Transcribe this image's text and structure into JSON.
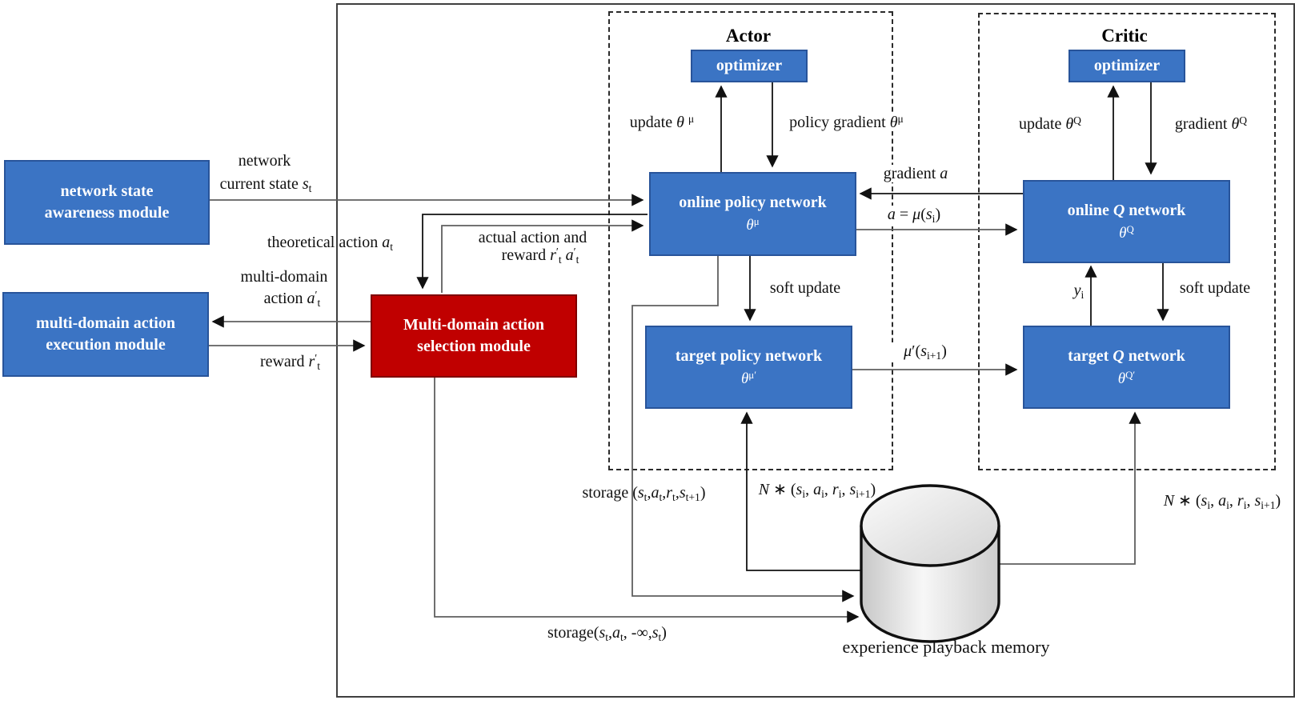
{
  "modules": {
    "awareness": {
      "line1": "network state",
      "line2": "awareness module"
    },
    "execution": {
      "line1": "multi-domain action",
      "line2": "execution module"
    },
    "selection": {
      "line1": "Multi-domain action",
      "line2": "selection module"
    }
  },
  "actor": {
    "title": "Actor",
    "optimizer_label": "optimizer",
    "online_policy_name": "online policy network",
    "online_policy_param": "*θ*^{μ}",
    "target_policy_name": "target policy network",
    "target_policy_param": "*θ*^{μ′}"
  },
  "critic": {
    "title": "Critic",
    "optimizer_label": "optimizer",
    "online_q_name": "online *Q* network",
    "online_q_param": "*θ*^{Q}",
    "target_q_name": "target *Q* network",
    "target_q_param": "*θ*^{Q′}"
  },
  "labels": {
    "network_line1": "network",
    "network_line2": "current state  *s*_{t}",
    "theoretical_action": "theoretical action  *a*_{t}",
    "actual_line1": "actual action and",
    "actual_line2": "reward  *r*^{′}_{t}  *a*^{′}_{t}",
    "multidomain_line1": "multi-domain",
    "multidomain_line2": "action  *a*^{′}_{t}",
    "reward": "reward  *r*^{′}_{t}",
    "update_theta_mu": "update *θ* ^{μ}",
    "policy_gradient": "policy gradient *θ*^{μ}",
    "soft_update_actor": "soft update",
    "gradient_a": "gradient *a*",
    "a_eq_mu": "*a* = *μ*(*s*_{i})",
    "mu_s_next": "*μ*′(*s*_{i+1})",
    "update_theta_q": "update  *θ*^{Q}",
    "gradient_theta_q": "gradient  *θ*^{Q}",
    "y_i": "*y*_{i}",
    "soft_update_critic": "soft update",
    "storage_t": "storage (*s*_{t},*a*_{t},*r*_{t},*s*_{t+1})",
    "batch_left": "*N* ∗ (*s*_{i}, *a*_{i}, *r*_{i}, *s*_{i+1})",
    "batch_right": "*N* ∗ (*s*_{i}, *a*_{i}, *r*_{i}, *s*_{i+1})",
    "storage_inf": "storage(*s*_{t},*a*_{t}, -∞,*s*_{t})",
    "memory": "experience playback memory"
  },
  "colors": {
    "box_blue": "#3b74c4",
    "box_blue_border": "#28549a",
    "box_red": "#c00000",
    "box_red_border": "#7f0000",
    "line_gray": "#5f5f5f",
    "line_black": "#121212"
  }
}
